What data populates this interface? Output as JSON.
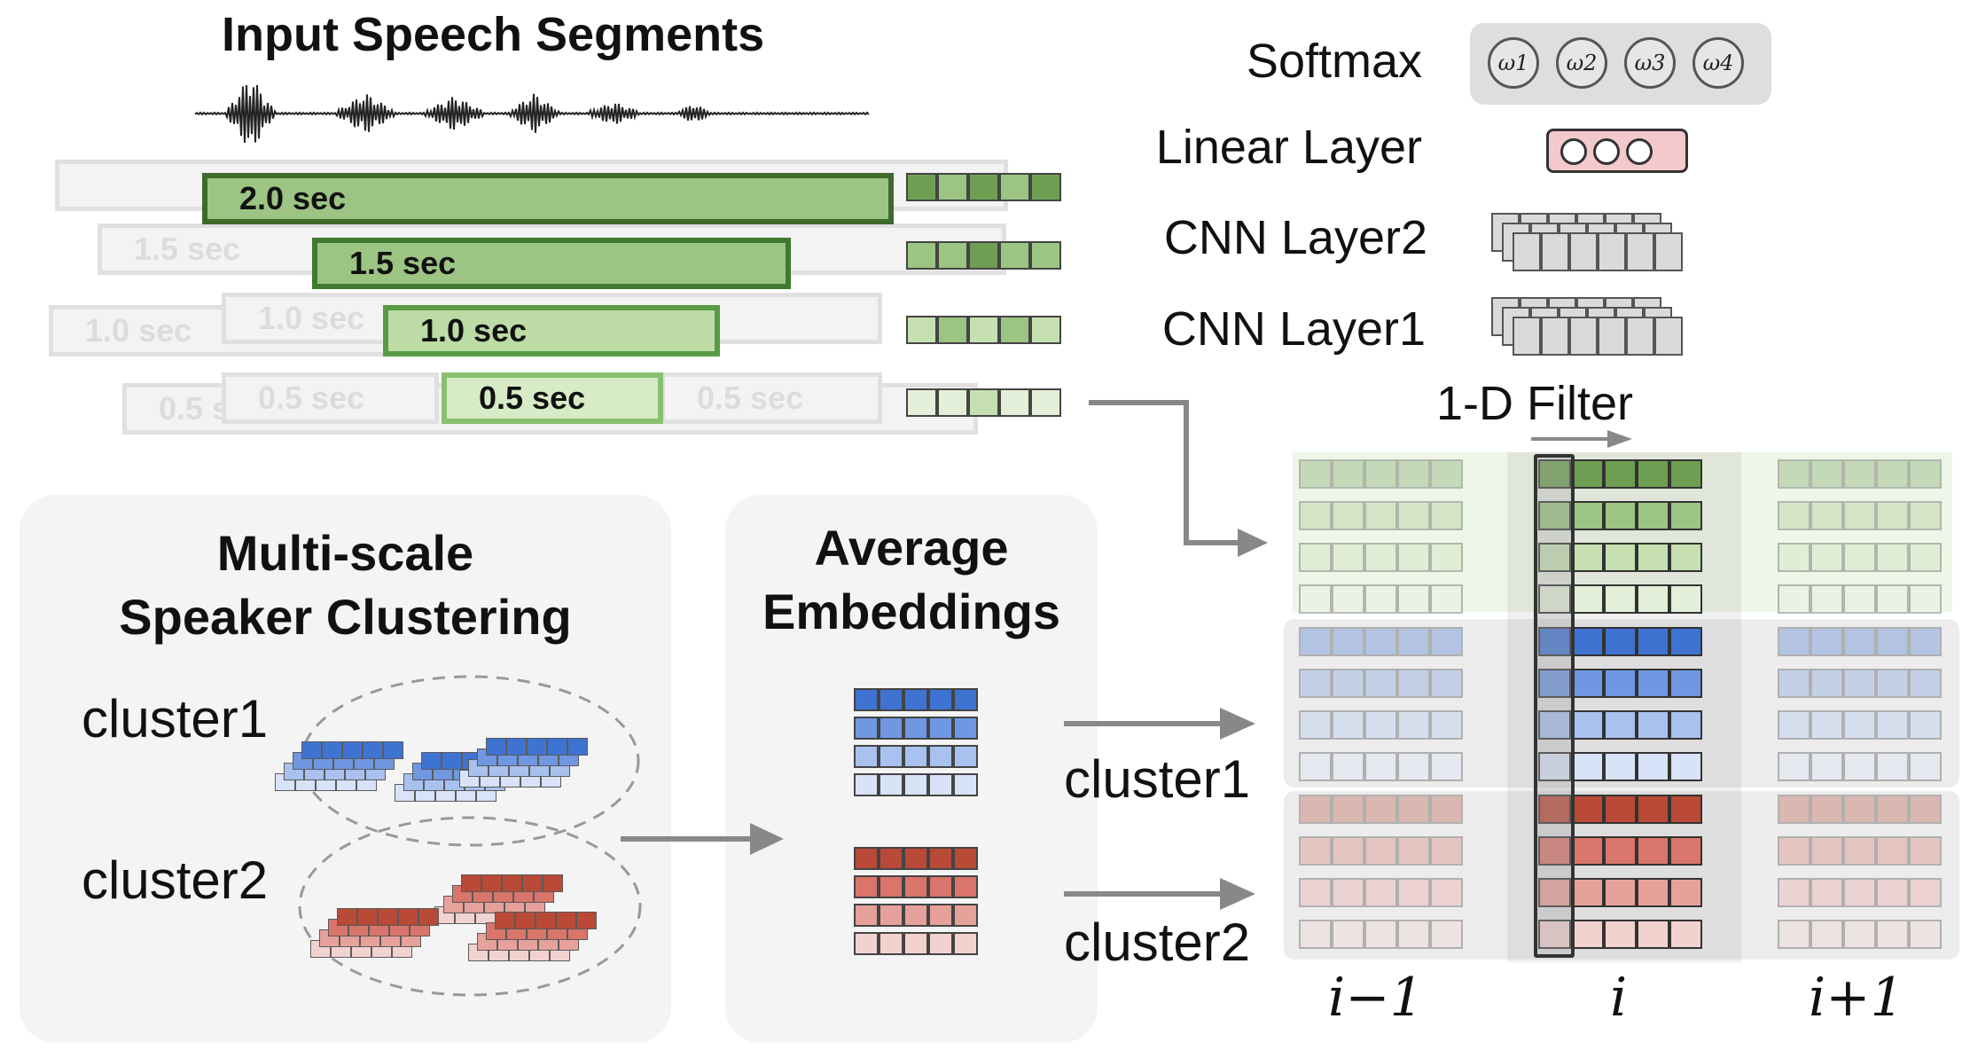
{
  "titles": {
    "input_segments": "Input Speech Segments",
    "clustering": [
      "Multi-scale",
      "Speaker Clustering"
    ],
    "average": [
      "Average",
      "Embeddings"
    ],
    "filter": "1-D Filter"
  },
  "segments": {
    "active": [
      "2.0 sec",
      "1.5 sec",
      "1.0 sec",
      "0.5 sec"
    ],
    "faint": [
      "1.5 sec",
      "1.0 sec",
      "1.0 sec",
      "0.5 sec",
      "0.5 sec",
      "0.5 sec"
    ]
  },
  "layers": {
    "softmax": "Softmax",
    "linear": "Linear Layer",
    "cnn2": "CNN Layer2",
    "cnn1": "CNN Layer1",
    "softmax_weights": [
      "ω1",
      "ω2",
      "ω3",
      "ω4"
    ]
  },
  "clusters": {
    "left_1": "cluster1",
    "left_2": "cluster2",
    "right_1": "cluster1",
    "right_2": "cluster2"
  },
  "axis": [
    "i−1",
    "i",
    "i+1"
  ],
  "colors": {
    "green_dark": "#6e9e52",
    "green_mid": "#9cc482",
    "green_light": "#c6e0b2",
    "green_faint": "#e3efd9",
    "blue_dark": "#3f73d1",
    "blue_mid": "#6f97e2",
    "blue_light": "#a8c1ef",
    "blue_faint": "#d8e3f8",
    "red_dark": "#b94a37",
    "red_mid": "#d9756a",
    "red_light": "#e7a19b",
    "red_faint": "#f2d2cf",
    "softmax_bg": "#dedede",
    "linear_bg": "#f4c9cc"
  }
}
